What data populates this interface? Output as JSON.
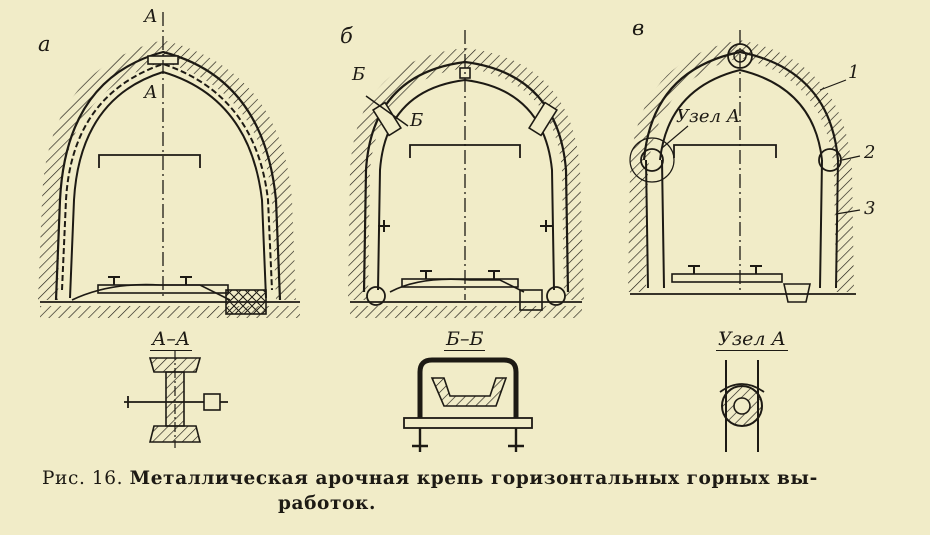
{
  "panels": {
    "a": {
      "letter": "а",
      "section_mark": "А"
    },
    "b": {
      "letter": "б",
      "section_mark": "Б"
    },
    "v": {
      "letter": "в",
      "node_label": "Узел А",
      "callouts": [
        "1",
        "2",
        "3"
      ]
    }
  },
  "details": {
    "aa": "А–А",
    "bb": "Б–Б",
    "node": "Узел А"
  },
  "caption": {
    "figure": "Рис. 16.",
    "line1": "Металлическая арочная крепь горизонтальных горных вы-",
    "line2": "работок."
  },
  "colors": {
    "paper": "#f1ecc8",
    "ink": "#1d1a14"
  }
}
